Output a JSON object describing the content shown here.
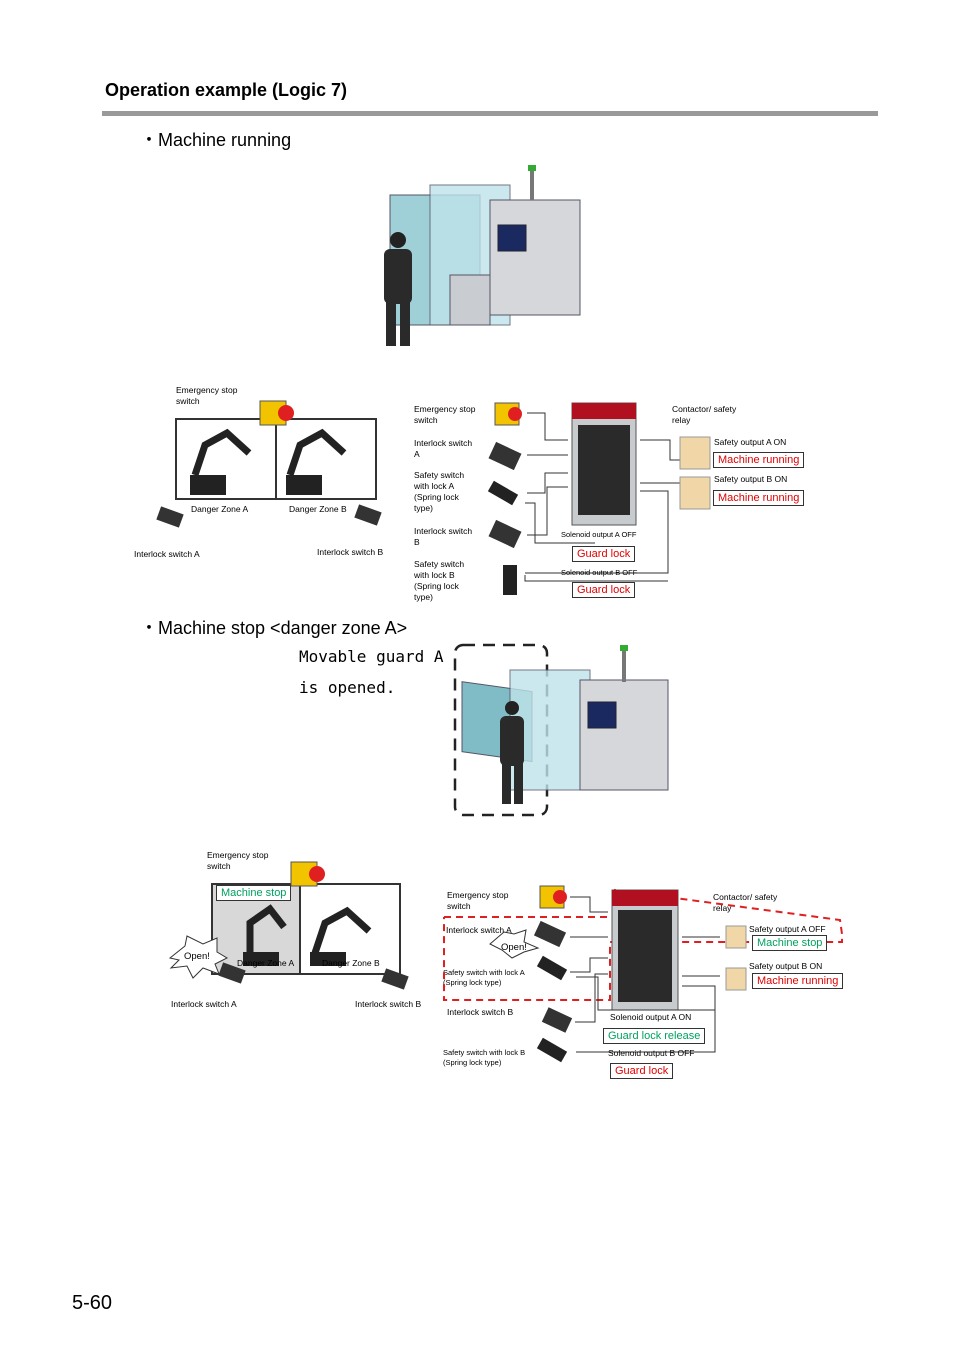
{
  "page": {
    "title": "Operation example (Logic 7)",
    "page_number": "5-60"
  },
  "section1": {
    "heading": "・Machine running",
    "zone_diagram": {
      "estop_label": "Emergency stop switch",
      "zone_a": "Danger Zone A",
      "zone_b": "Danger Zone B",
      "interlock_a": "Interlock switch A",
      "interlock_b": "Interlock switch B"
    },
    "wiring": {
      "estop": "Emergency stop switch",
      "interlock_a": "Interlock switch A",
      "safety_lock_a": "Safety switch with lock A (Spring lock type)",
      "interlock_b": "Interlock switch B",
      "safety_lock_b": "Safety switch with lock B (Spring lock type)",
      "contactor": "Contactor/ safety relay",
      "out_a": "Safety output A ON",
      "out_a_state": "Machine running",
      "out_b": "Safety output B ON",
      "out_b_state": "Machine running",
      "sol_a": "Solenoid output A OFF",
      "sol_a_state": "Guard lock",
      "sol_b": "Solenoid output B OFF",
      "sol_b_state": "Guard lock"
    }
  },
  "section2": {
    "heading": "・Machine stop <danger zone A>",
    "note_line1": "Movable guard A",
    "note_line2": "is opened.",
    "zone_diagram": {
      "estop_label": "Emergency stop switch",
      "machine_stop": "Machine stop",
      "open": "Open!",
      "zone_a": "Danger Zone A",
      "zone_b": "Danger Zone B",
      "interlock_a": "Interlock switch A",
      "interlock_b": "Interlock switch B"
    },
    "wiring": {
      "estop": "Emergency stop switch",
      "interlock_a": "Interlock switch A",
      "open": "Open!",
      "safety_lock_a": "Safety switch with lock A (Spring lock type)",
      "interlock_b": "Interlock switch B",
      "safety_lock_b": "Safety switch with lock B (Spring lock type)",
      "contactor": "Contactor/ safety relay",
      "out_a": "Safety output A OFF",
      "out_a_state": "Machine stop",
      "out_b": "Safety output B ON",
      "out_b_state": "Machine running",
      "sol_a": "Solenoid output A ON",
      "sol_a_state": "Guard lock release",
      "sol_b": "Solenoid output B OFF",
      "sol_b_state": "Guard lock"
    }
  },
  "colors": {
    "red_state": "#e00000",
    "green_state": "#00a060",
    "controller": "#b01020",
    "estop_yellow": "#f2c400",
    "estop_red": "#e02020",
    "dashed_red": "#e02020"
  }
}
